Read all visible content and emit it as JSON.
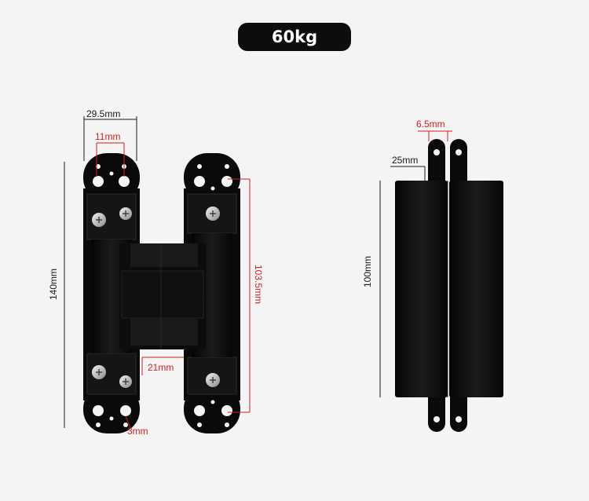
{
  "title": {
    "weight_label": "60kg"
  },
  "front_view": {
    "width_overall": "29.5mm",
    "hole_spacing": "11mm",
    "height_overall": "140mm",
    "mount_spacing": "103.5mm",
    "body_width": "21mm",
    "hole_size": "3mm"
  },
  "side_view": {
    "thickness": "6.5mm",
    "depth": "25mm",
    "height": "100mm"
  },
  "colors": {
    "background": "#f4f4f4",
    "hinge": "#0a0a0a",
    "dimension_red": "#d11f1f",
    "dimension_black": "#1a1a1a"
  }
}
